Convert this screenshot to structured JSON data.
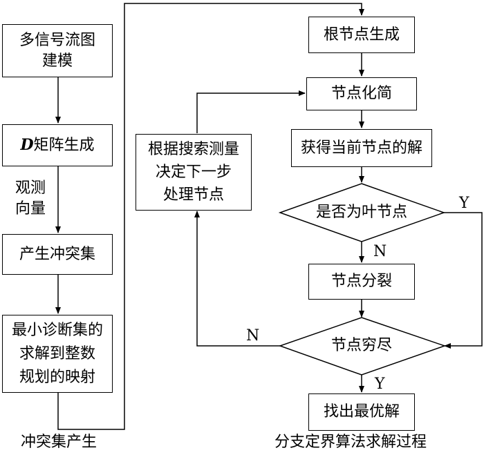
{
  "left_flow": {
    "box_modeling": "多信号流图\n建模",
    "box_d_matrix_symbol": "D",
    "box_d_matrix_text": "矩阵生成",
    "edge_label_observation": "观测\n向量",
    "box_conflict": "产生冲突集",
    "box_mapping": "最小诊断集的\n求解到整数\n规划的映射",
    "caption": "冲突集产生"
  },
  "right_flow": {
    "box_root": "根节点生成",
    "box_simplify": "节点化简",
    "box_current_solution": "获得当前节点的解",
    "decision_leaf": "是否为叶节点",
    "label_leaf_yes": "Y",
    "label_leaf_no": "N",
    "box_split": "节点分裂",
    "decision_exhausted": "节点穷尽",
    "label_exhausted_no": "N",
    "label_exhausted_yes": "Y",
    "box_best": "找出最优解",
    "caption": "分支定界算法求解过程"
  },
  "middle_flow": {
    "box_decide_next": "根据搜索测量\n决定下一步\n处理节点"
  },
  "colors": {
    "line": "#000000",
    "fill": "#ffffff"
  }
}
